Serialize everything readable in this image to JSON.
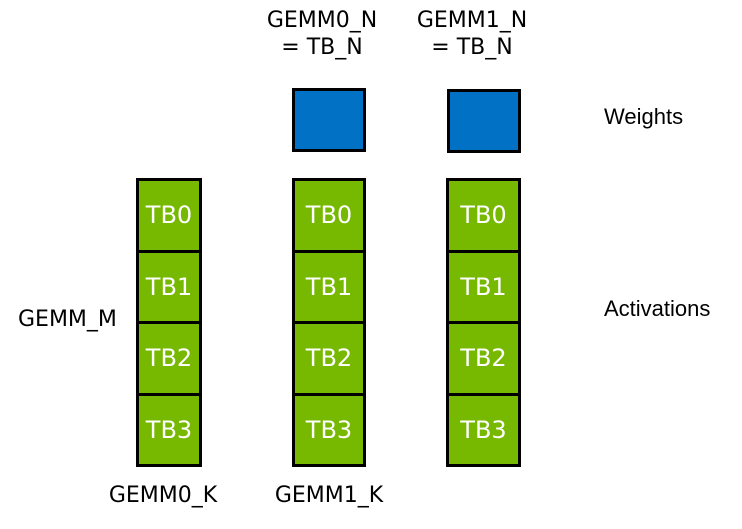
{
  "colors": {
    "background": "#ffffff",
    "weights_fill": "#0071C5",
    "activations_fill": "#76B900",
    "border": "#000000",
    "tb_text": "#ffffff",
    "label_text": "#000000"
  },
  "labels": {
    "top": [
      {
        "line1": "GEMM0_N",
        "line2": "= TB_N"
      },
      {
        "line1": "GEMM1_N",
        "line2": "= TB_N"
      }
    ],
    "left": "GEMM_M",
    "weights": "Weights",
    "activations": "Activations",
    "bottom": [
      "GEMM0_K",
      "GEMM1_K"
    ]
  },
  "weight_blocks": [
    {
      "name": "gemm0-weight"
    },
    {
      "name": "gemm1-weight"
    }
  ],
  "columns": [
    {
      "name": "gemm0-activations",
      "cells": [
        "TB0",
        "TB1",
        "TB2",
        "TB3"
      ]
    },
    {
      "name": "gemm1-activations",
      "cells": [
        "TB0",
        "TB1",
        "TB2",
        "TB3"
      ]
    },
    {
      "name": "gemm1-output",
      "cells": [
        "TB0",
        "TB1",
        "TB2",
        "TB3"
      ]
    }
  ]
}
